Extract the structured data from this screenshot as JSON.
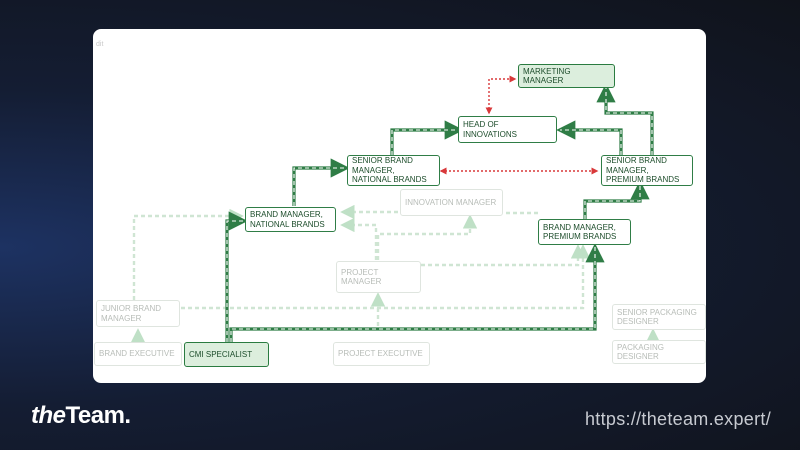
{
  "diagram": {
    "corner_text": "dit",
    "nodes": {
      "marketing_manager": "Marketing Manager",
      "head_of_innovations": "Head of Innovations",
      "senior_bm_national": "Senior Brand Manager, National Brands",
      "senior_bm_premium": "Senior Brand Manager, Premium Brands",
      "bm_national": "Brand Manager, National Brands",
      "bm_premium": "Brand Manager, Premium Brands",
      "innovation_manager": "Innovation Manager",
      "project_manager": "Project Manager",
      "junior_bm": "Junior Brand Manager",
      "brand_executive": "Brand Executive",
      "cmi_specialist": "CMI Specialist",
      "project_executive": "Project Executive",
      "senior_packaging_designer": "Senior Packaging Designer",
      "packaging_designer": "Packaging Designer"
    },
    "colors": {
      "active": "#2f7d46",
      "faded": "#cfe5d3",
      "lateral": "#d8383a",
      "highlight_fill": "#dceedd"
    }
  },
  "footer": {
    "brand_the": "the",
    "brand_team": "Team.",
    "url": "https://theteam.expert/"
  }
}
